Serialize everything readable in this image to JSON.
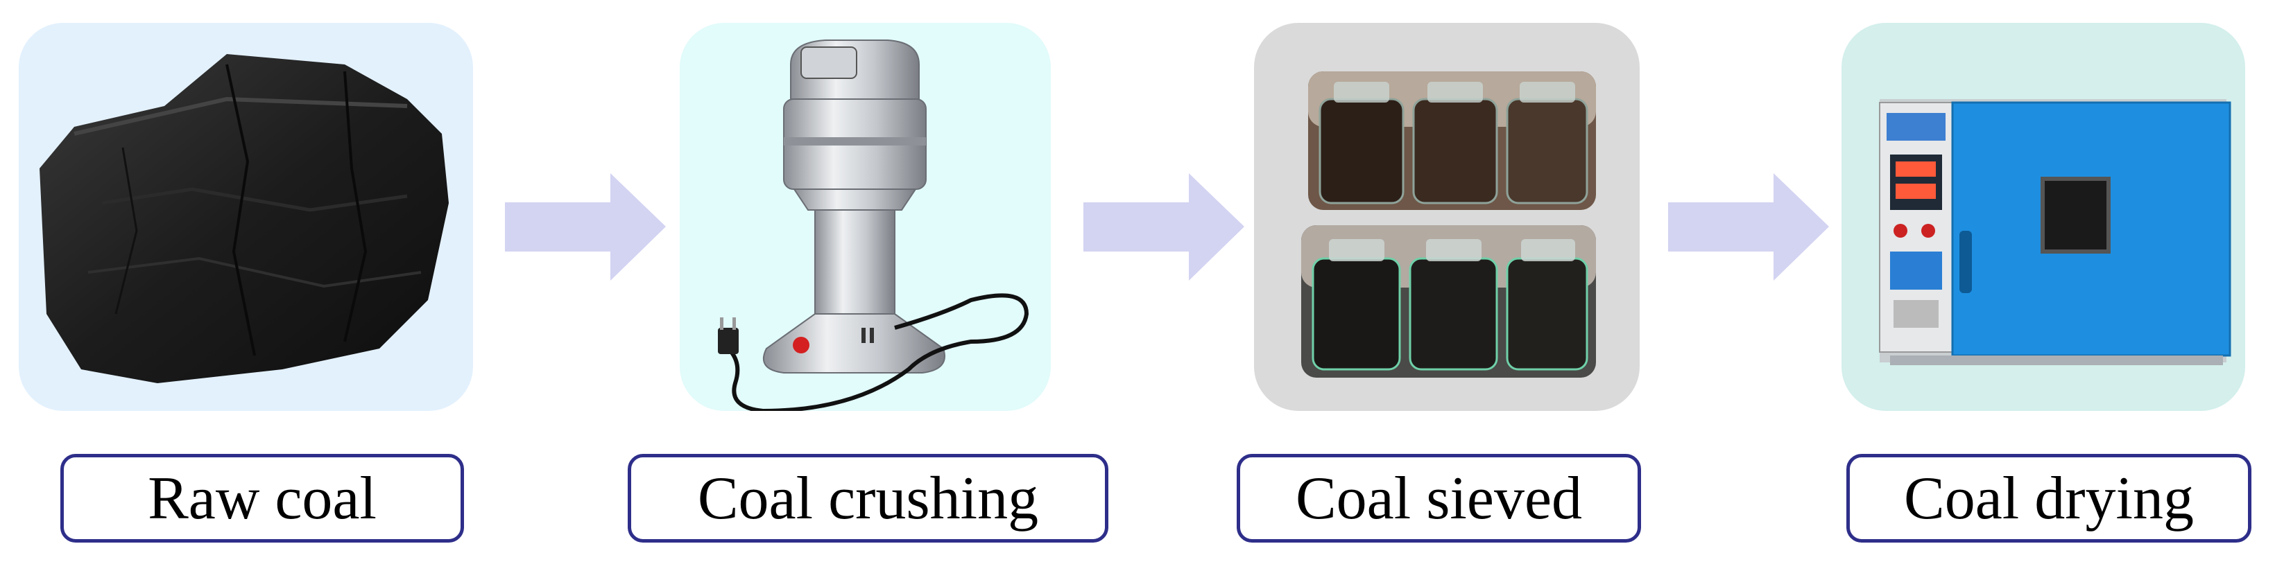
{
  "steps": [
    {
      "id": "raw-coal",
      "label": "Raw coal",
      "card_color": "#e3f1fd"
    },
    {
      "id": "coal-crushing",
      "label": "Coal crushing",
      "card_color": "#e2fbfb"
    },
    {
      "id": "coal-sieved",
      "label": "Coal sieved",
      "card_color": "#dadada"
    },
    {
      "id": "coal-drying",
      "label": "Coal drying",
      "card_color": "#d4efec"
    }
  ],
  "colors": {
    "arrow": "#d3d3f2",
    "label_border": "#2e2e8a",
    "label_text": "#000000"
  },
  "icons": [
    "raw-coal-photo-icon",
    "grinder-photo-icon",
    "sieved-coal-jars-photo-icon",
    "drying-oven-photo-icon",
    "right-arrow-icon"
  ]
}
